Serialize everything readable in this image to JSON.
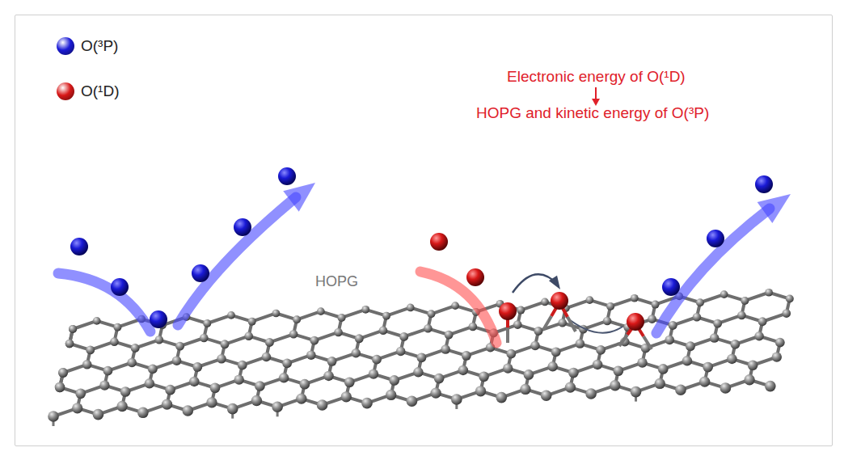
{
  "diagram": {
    "labels": [
      "Electronic energy of O(¹D)",
      "HOPG and kinetic energy of O(³P)",
      "HOPG"
    ],
    "legend": [
      {
        "text": "O(³P)",
        "color": "#1a1ad6"
      },
      {
        "text": "O(¹D)",
        "color": "#d81818"
      }
    ]
  }
}
